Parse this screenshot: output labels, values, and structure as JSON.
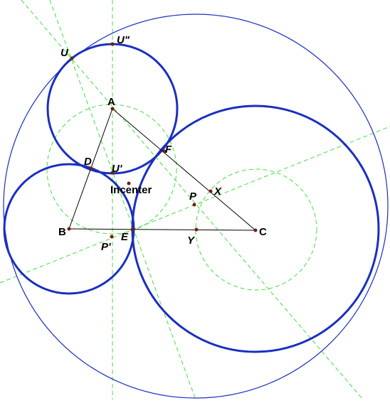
{
  "colors": {
    "background": "#ffffff",
    "tangent_circle": "#1a2fc0",
    "outer_circle": "#1a2fc0",
    "triangle": "#000000",
    "construction": "#44dd44",
    "point": "#7a1a10",
    "label": "#000000"
  },
  "labels": {
    "A": "A",
    "B": "B",
    "C": "C",
    "D": "D",
    "E": "E",
    "F": "F",
    "U": "U",
    "U1": "U'",
    "U2": "U\"",
    "P": "P",
    "P1": "P'",
    "X": "X",
    "Y": "Y",
    "incenter": "Incenter"
  }
}
